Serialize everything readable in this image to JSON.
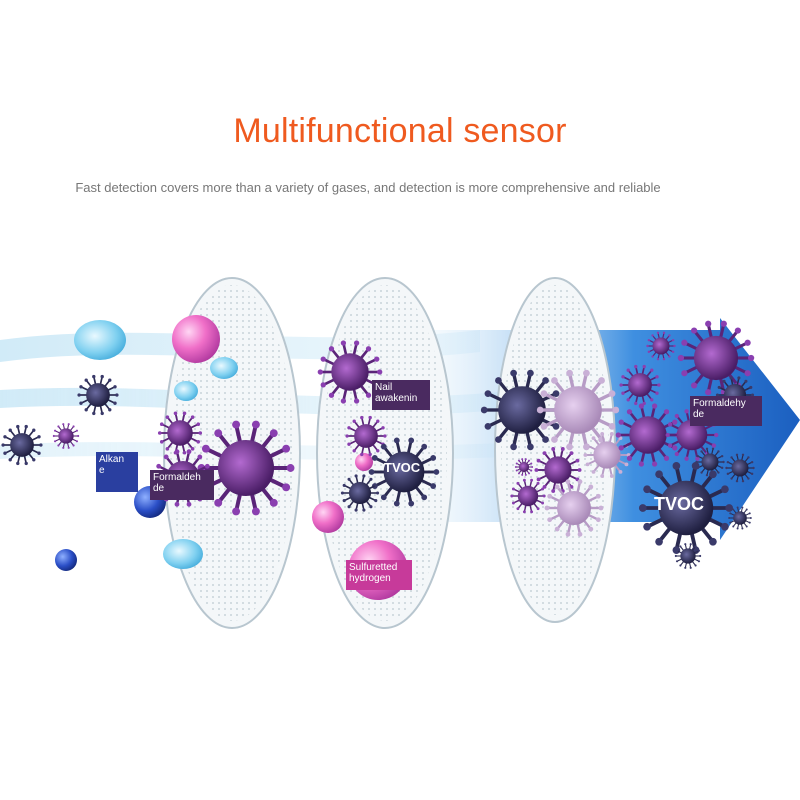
{
  "header": {
    "title": "Multifunctional sensor",
    "subtitle": "Fast detection covers more than a variety of gases, and detection is more comprehensive and reliable"
  },
  "labels": {
    "alkane": "Alkan\ne",
    "formaldehyde_1": "Formaldeh\nde",
    "nail_awakening": "Nail\nawakenin",
    "tvoc_1": "TVOC",
    "sulfuretted_hydrogen": "Sulfuretted\nhydrogen",
    "formaldehyde_2": "Formaldehy\nde",
    "tvoc_2": "TVOC"
  },
  "colors": {
    "title": "#ef5a1f",
    "subtitle": "#777777",
    "arrow": "#1b6fd0",
    "flow": "#bfe3f5",
    "virus": "#6b2f8a",
    "virus_dark": "#2c2c55",
    "sphere_pink": "#f06fc8",
    "sphere_blue": "#2b4fc7",
    "droplet": "#7fd0f0"
  },
  "icons": [
    "virus-icon",
    "droplet-icon",
    "sphere-icon",
    "filter-disc-icon",
    "arrow-icon"
  ]
}
